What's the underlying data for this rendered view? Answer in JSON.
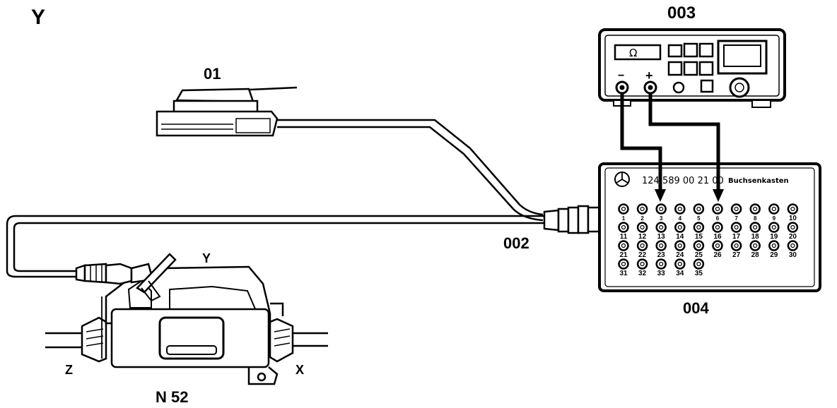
{
  "labels": {
    "corner": "Y",
    "adapter": "01",
    "cable": "002",
    "meter": "003",
    "socket_box": "004",
    "module": "N 52",
    "module_top": "Y",
    "module_left": "Z",
    "module_right": "X"
  },
  "meter": {
    "display": "Ω",
    "minus": "−",
    "plus": "+"
  },
  "socket_box": {
    "part_no": "124 589 00 21 00",
    "name": "Buchsenkasten",
    "sockets": [
      "1",
      "2",
      "3",
      "4",
      "5",
      "6",
      "7",
      "8",
      "9",
      "10",
      "11",
      "12",
      "13",
      "14",
      "15",
      "16",
      "17",
      "18",
      "19",
      "20",
      "21",
      "22",
      "23",
      "24",
      "25",
      "26",
      "27",
      "28",
      "29",
      "30",
      "31",
      "32",
      "33",
      "34",
      "35"
    ]
  }
}
